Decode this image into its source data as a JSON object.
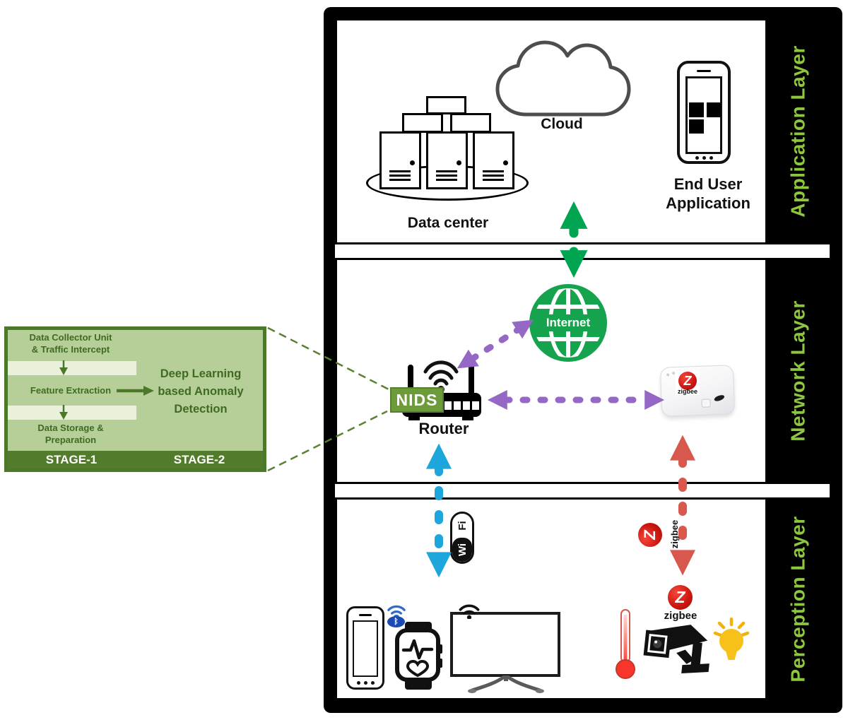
{
  "panel": {
    "title1": "Data Collector Unit",
    "title2": "& Traffic Intercept",
    "feature": "Feature Extraction",
    "storage1": "Data Storage &",
    "storage2": "Preparation",
    "deep1": "Deep Learning",
    "deep2": "based Anomaly",
    "deep3": "Detection",
    "stage1": "STAGE-1",
    "stage2": "STAGE-2"
  },
  "layers": {
    "application": "Application Layer",
    "network": "Network Layer",
    "perception": "Perception Layer"
  },
  "app": {
    "cloud": "Cloud",
    "datacenter": "Data center",
    "enduser1": "End User",
    "enduser2": "Application"
  },
  "net": {
    "internet": "Internet",
    "nids": "NIDS",
    "router": "Router",
    "hub_zigbee": "zigbee"
  },
  "per": {
    "wifi_wi": "Wi",
    "wifi_fi": "Fi",
    "zigbee_side": "zigbee",
    "zigbee_label": "zigbee"
  },
  "icons": {
    "zigbee_letter": "Z",
    "bluetooth_glyph": "ᛒ"
  },
  "colors": {
    "layer_label_green": "#8ec63f",
    "panel_fill": "#b6cf98",
    "panel_border": "#4c782a",
    "stage_bar": "#527c2b",
    "nids_green": "#6e9b3a",
    "internet_green": "#16a34d",
    "arrow_green": "#00a551",
    "arrow_purple": "#9468c4",
    "arrow_blue": "#1ca6dc",
    "arrow_red": "#d9584e",
    "zigbee_red": "#d01812",
    "bulb_yellow": "#f7c11a"
  }
}
